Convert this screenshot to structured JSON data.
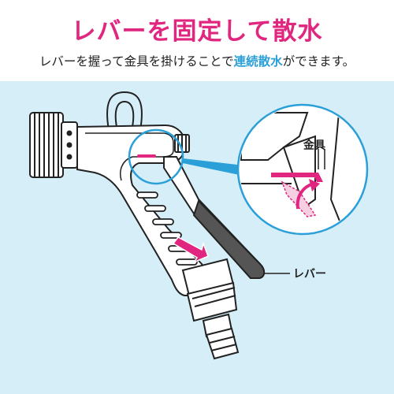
{
  "title": "レバーを固定して散水",
  "subtitle": {
    "before": "レバーを握って金具を掛けることで",
    "highlight": "連続散水",
    "after": "ができます。"
  },
  "labels": {
    "fitting": "金具",
    "lever": "レバー"
  },
  "colors": {
    "title": "#e0267f",
    "highlight": "#2a9fd8",
    "background": "#d6eef8",
    "outline": "#222222",
    "lever_grip": "#555555",
    "arrow": "#e0267f",
    "callout": "#2a9fd8"
  }
}
